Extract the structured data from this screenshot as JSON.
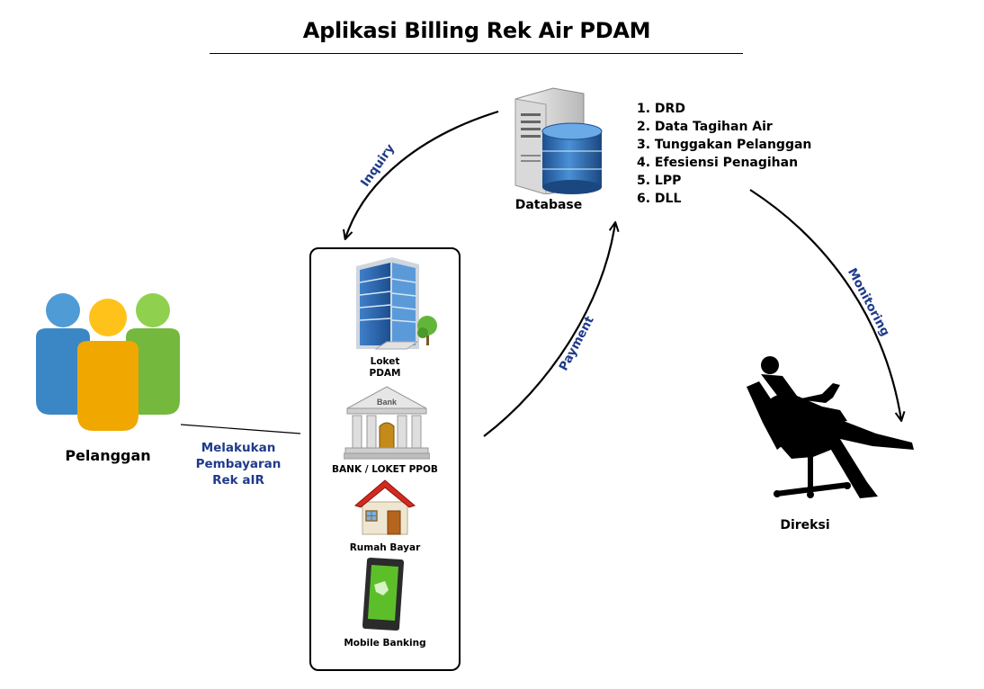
{
  "title": "Aplikasi Billing Rek Air PDAM",
  "database": {
    "label": "Database"
  },
  "reports": [
    "1. DRD",
    "2. Data Tagihan Air",
    "3. Tunggakan Pelanggan",
    "4. Efesiensi Penagihan",
    "5. LPP",
    "6. DLL"
  ],
  "customer": {
    "label": "Pelanggan"
  },
  "payment_action": {
    "lines": [
      "Melakukan",
      "Pembayaran",
      "Rek aIR"
    ]
  },
  "channels": [
    {
      "name": "loket-pdam",
      "lines": [
        "Loket",
        "PDAM"
      ]
    },
    {
      "name": "bank-loket-ppob",
      "lines": [
        "BANK / LOKET PPOB"
      ],
      "sign": "Bank"
    },
    {
      "name": "rumah-bayar",
      "lines": [
        "Rumah Bayar"
      ]
    },
    {
      "name": "mobile-banking",
      "lines": [
        "Mobile Banking"
      ]
    }
  ],
  "flows": {
    "inquiry": "Inquiry",
    "payment": "Payment",
    "monitoring": "Monitoring"
  },
  "director": {
    "label": "Direksi"
  },
  "colors": {
    "flow_label": "#1f3a8a",
    "db_blue": "#2a6fb8",
    "person_blue": "#3b87c5",
    "person_orange": "#f0a800",
    "person_green": "#7cc242"
  }
}
